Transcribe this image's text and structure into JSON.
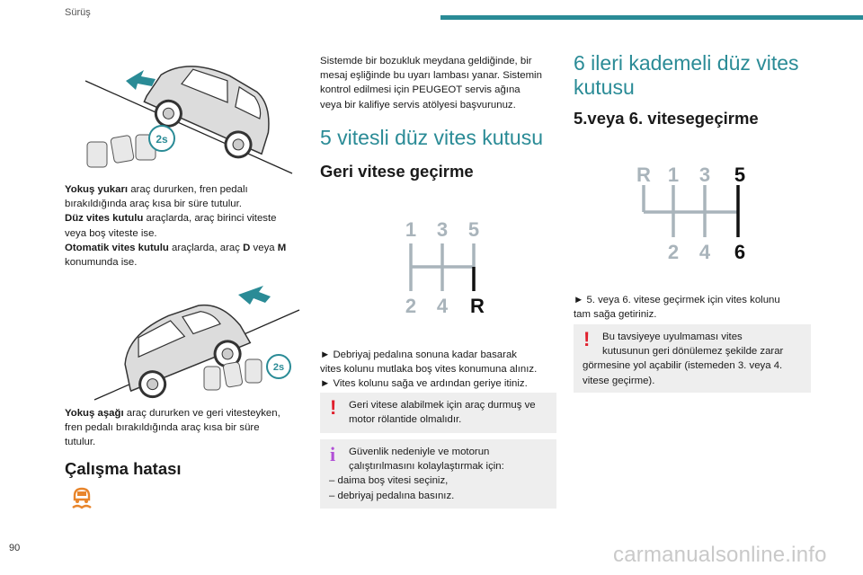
{
  "header": {
    "section": "Sürüş",
    "rule_color": "#2a8b96"
  },
  "footer": {
    "page_number": "90",
    "watermark": "carmanualsonline.info"
  },
  "col1": {
    "para1": [
      {
        "bold": "Yokuş yukarı",
        "text": " araç dururken, fren pedalı"
      },
      {
        "bold": "",
        "text": "bırakıldığında araç kısa bir süre tutulur."
      },
      {
        "bold": "Düz vites kutulu",
        "text": " araçlarda, araç birinci viteste"
      },
      {
        "bold": "",
        "text": "veya boş viteste ise."
      },
      {
        "bold": "Otomatik vites kutulu",
        "text": " araçlarda, araç "
      },
      {
        "bold": "",
        "text": "konumunda ise."
      }
    ],
    "para1_d": "D",
    "para1_veya": " veya ",
    "para1_m": "M",
    "para2_bold": "Yokuş aşağı",
    "para2_lines": [
      " araç dururken ve geri vitesteyken,",
      "fren pedalı bırakıldığında araç kısa bir süre",
      "tutulur."
    ],
    "heading": "Çalışma hatası",
    "illustration_badge": "2s"
  },
  "col2": {
    "intro": [
      "Sistemde bir bozukluk meydana geldiğinde, bir",
      "mesaj eşliğinde bu uyarı lambası yanar. Sistemin",
      "kontrol edilmesi için PEUGEOT servis ağına",
      "veya bir kalifiye servis atölyesi başvurunuz."
    ],
    "heading": "5 vitesli düz vites kutusu",
    "subheading": "Geri vitese geçirme",
    "gears_top": [
      "1",
      "3",
      "5"
    ],
    "gears_bottom": [
      "2",
      "4",
      "R"
    ],
    "steps": [
      "► Debriyaj pedalına sonuna kadar basarak",
      "vites kolunu mutlaka boş vites konumuna alınız.",
      "► Vites kolunu sağa ve ardından geriye itiniz."
    ],
    "warning_mark": "!",
    "warning": [
      "Geri vitese alabilmek için araç durmuş ve",
      "motor rölantide olmalıdır."
    ],
    "info_mark": "i",
    "info": [
      "Güvenlik nedeniyle ve motorun",
      "çalıştırılmasını kolaylaştırmak için:",
      "– daima boş vitesi seçiniz,",
      "– debriyaj pedalına basınız."
    ]
  },
  "col3": {
    "heading": [
      "6 ileri kademeli düz vites",
      "kutusu"
    ],
    "subheading": "5.veya 6. vitesegeçirme",
    "gears_top": [
      "R",
      "1",
      "3",
      "5"
    ],
    "gears_bottom": [
      "2",
      "4",
      "6"
    ],
    "step": [
      "► 5. veya 6. vitese geçirmek için vites kolunu",
      "tam sağa getiriniz."
    ],
    "warning_mark": "!",
    "warning": [
      "Bu tavsiyeye uyulmaması vites",
      "kutusunun geri dönülemez şekilde zarar",
      "görmesine yol açabilir (istemeden 3. veya 4.",
      "vitese geçirme)."
    ]
  },
  "colors": {
    "accent": "#2a8b96",
    "warning": "#e0202d",
    "info": "#b14fd6",
    "shift_grey": "#a9b4bb",
    "warning_light": "#e8852b"
  }
}
